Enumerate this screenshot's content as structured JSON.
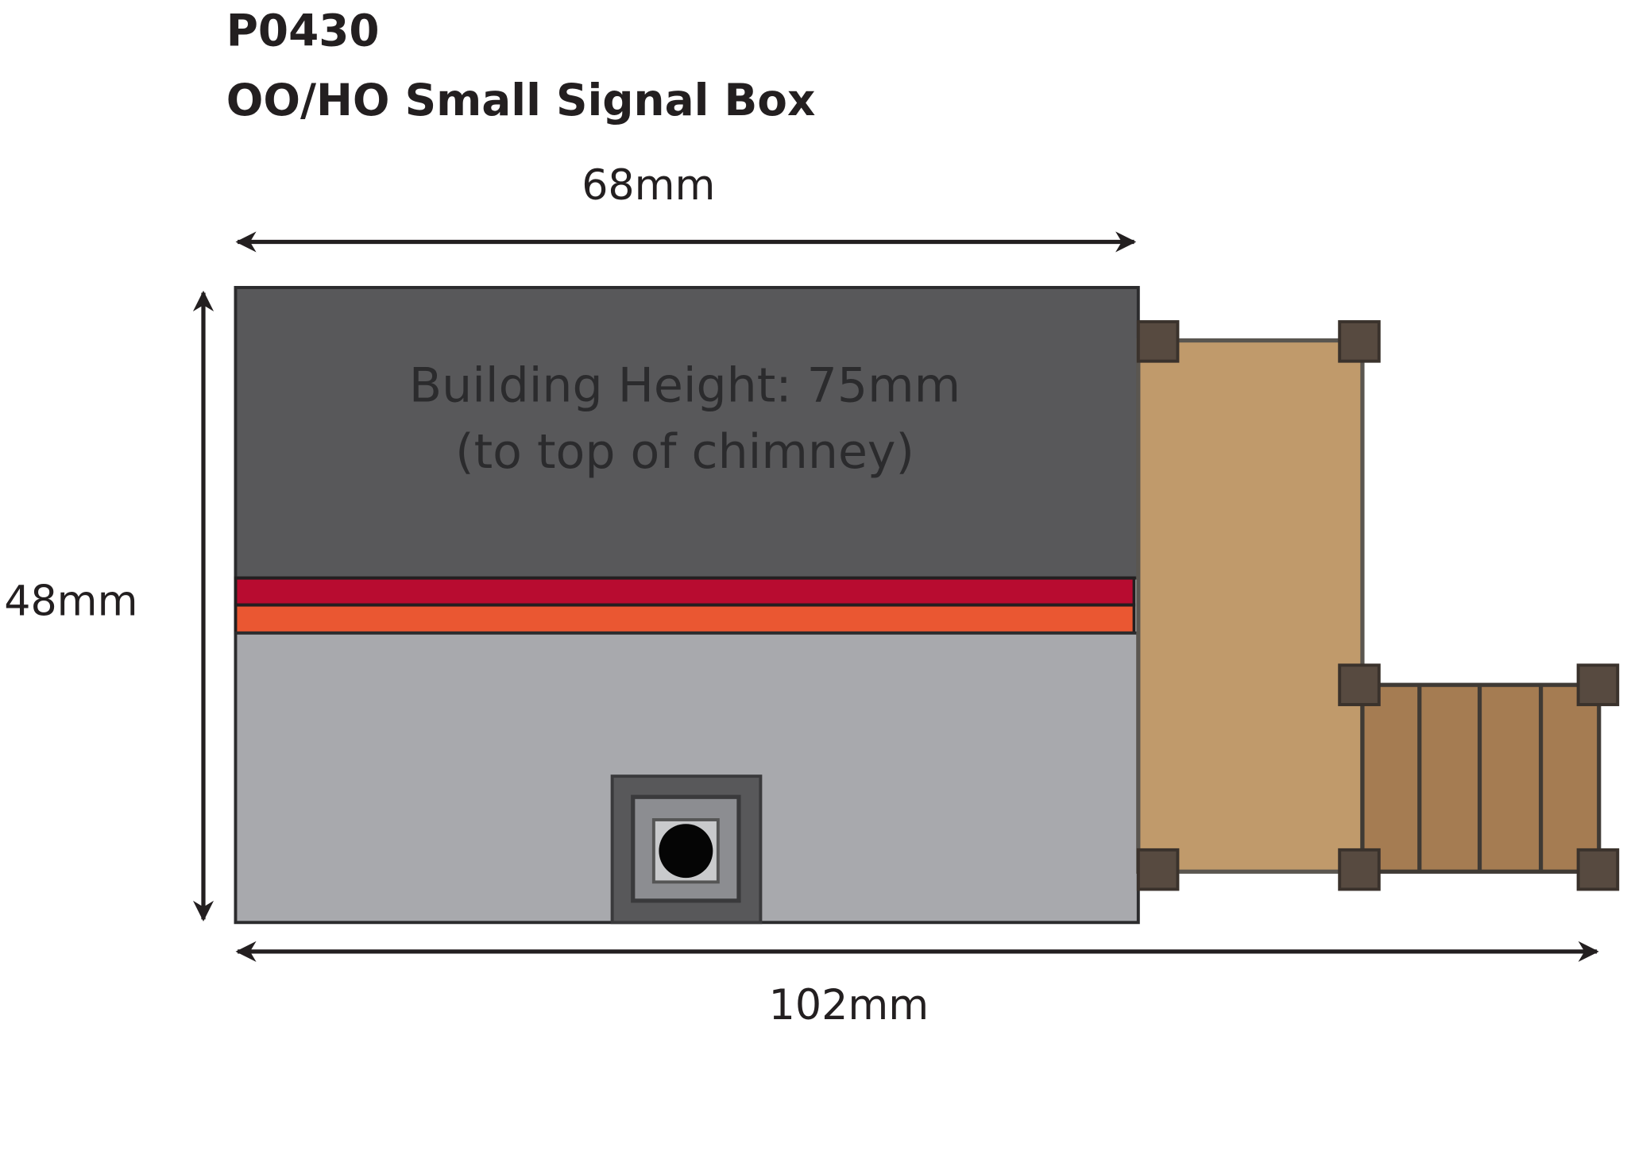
{
  "header": {
    "product_code": "P0430",
    "product_name": "OO/HO Small Signal Box"
  },
  "dimensions": {
    "width": "68mm",
    "depth": "48mm",
    "total_width": "102mm"
  },
  "building_note": {
    "line1": "Building Height: 75mm",
    "line2": "(to top of chimney)"
  },
  "colors": {
    "roof": "#58585a",
    "red_stripe": "#b80c30",
    "orange_stripe": "#ea5732",
    "wall": "#a8a9ad",
    "platform": "#c09a6b",
    "stairs": "#a57c52",
    "posts": "#574a40"
  }
}
